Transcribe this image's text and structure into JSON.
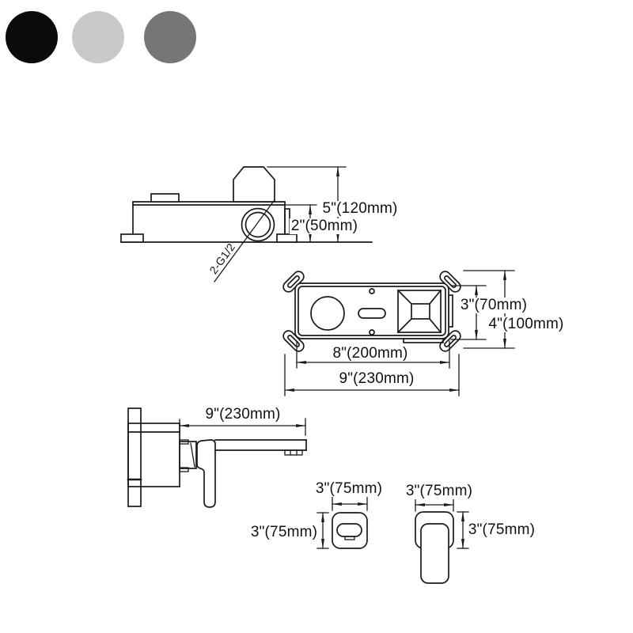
{
  "page": {
    "background": "#ffffff"
  },
  "swatches": [
    {
      "name": "black",
      "color": "#0b0b0b"
    },
    {
      "name": "light-gray",
      "color": "#c9c9c9"
    },
    {
      "name": "dark-gray",
      "color": "#767676"
    }
  ],
  "drawing": {
    "valve_side_view": {
      "height_total": "5\"(120mm)",
      "inlet_height": "2\"(50mm)",
      "thread": "2-G1/2"
    },
    "valve_front_view": {
      "body_height": "3\"(70mm)",
      "overall_height": "4\"(100mm)",
      "body_width": "8\"(200mm)",
      "overall_width": "9\"(230mm)"
    },
    "faucet_side_view": {
      "spout_reach": "9\"(230mm)"
    },
    "spout_front_view": {
      "width": "3\"(75mm)",
      "height": "3\"(75mm)"
    },
    "handle_front_view": {
      "width": "3\"(75mm)",
      "height": "3\"(75mm)"
    }
  }
}
